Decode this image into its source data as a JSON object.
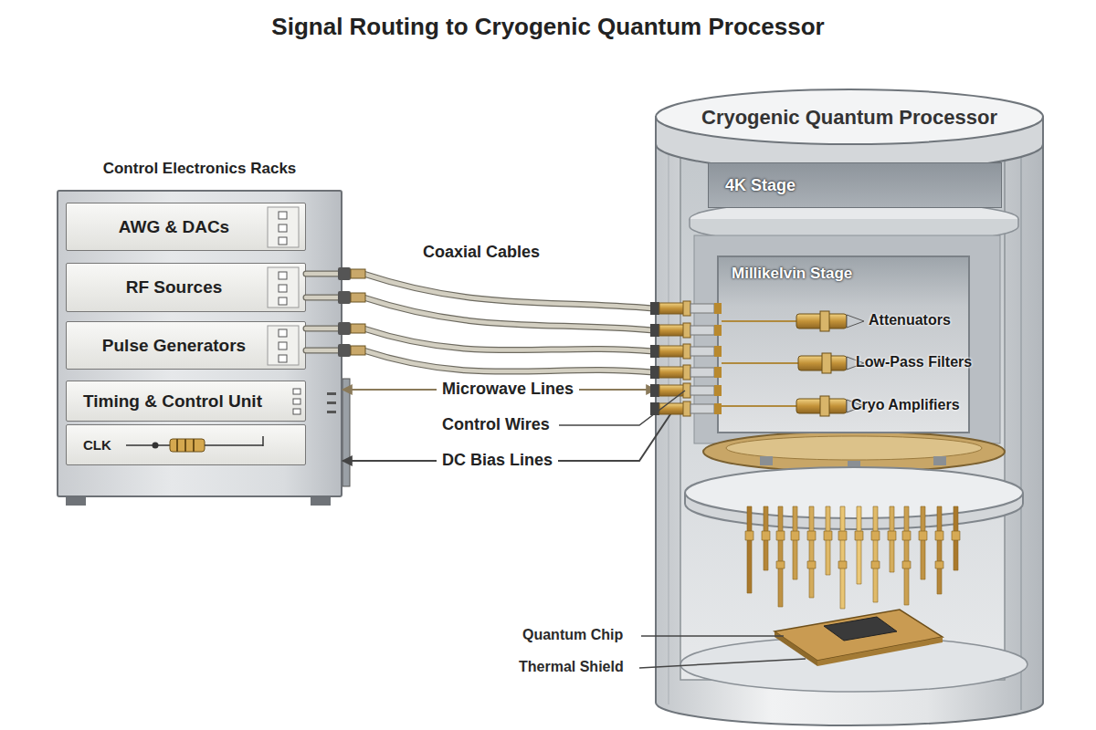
{
  "diagram": {
    "title": "Signal Routing to Cryogenic Quantum Processor",
    "nodes": [
      {
        "text": [
          "Control Electronics Racks"
        ]
      },
      {
        "text": [
          "AWG & DACs"
        ],
        "in": 0
      },
      {
        "text": [
          "RF Sources"
        ],
        "in": 0
      },
      {
        "text": [
          "Pulse Generators"
        ],
        "in": 0
      },
      {
        "text": [
          "Timing & Control Unit"
        ],
        "in": 0
      },
      {
        "text": [
          "CLK"
        ],
        "in": 0
      },
      {
        "text": [
          "Cryogenic Quantum Processor"
        ]
      },
      {
        "text": [
          "4K Stage"
        ],
        "in": 6
      },
      {
        "text": [
          "Millikelvin Stage"
        ],
        "in": 6
      }
    ],
    "edges": [
      {
        "from": 2,
        "to": 8,
        "arrow": "none"
      },
      {
        "from": 2,
        "to": 8,
        "arrow": "none"
      },
      {
        "from": 3,
        "to": 8,
        "arrow": "none"
      },
      {
        "from": 3,
        "to": 8,
        "arrow": "none"
      },
      {
        "from": 0,
        "to": 6,
        "label": "Microwave Lines",
        "arrow": "both"
      },
      {
        "from": 8,
        "to": 0,
        "label": "DC Bias Lines",
        "arrow": "to"
      }
    ],
    "labels": [
      "Coaxial Cables",
      "Control Wires",
      "Attenuators",
      "Low-Pass Filters",
      "Cryo Amplifiers",
      "Quantum Chip",
      "Thermal Shield"
    ]
  }
}
